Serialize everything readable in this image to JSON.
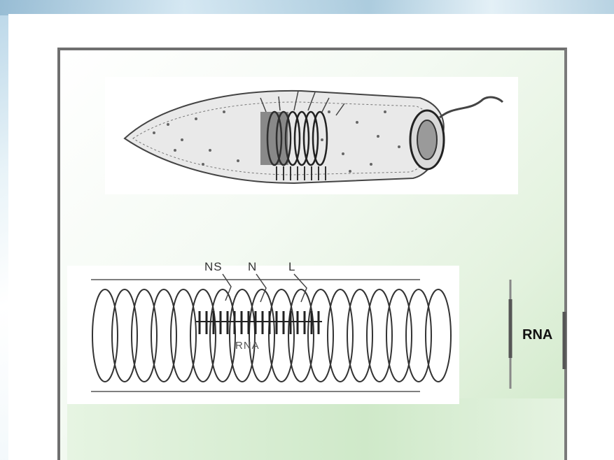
{
  "diagram": {
    "bracket_label": "RNA",
    "inner_labels": {
      "ns": "NS",
      "n": "N",
      "l": "L",
      "rna": "RNA"
    }
  },
  "colors": {
    "ink": "#333333",
    "frame": "#6f6f6f",
    "accent_green": "#cfe8c8"
  }
}
